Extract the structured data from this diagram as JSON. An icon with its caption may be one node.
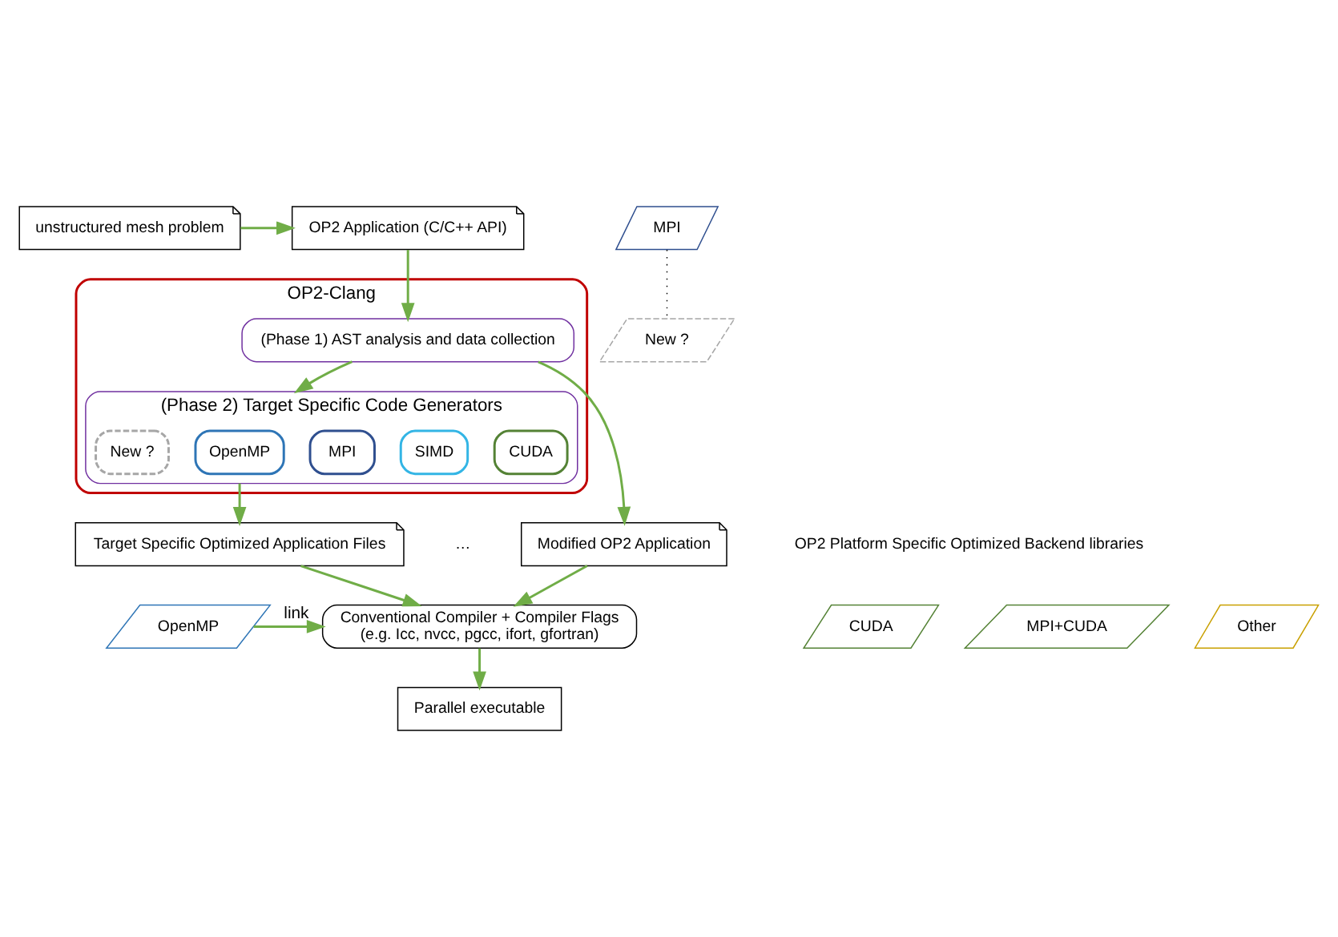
{
  "diagram": {
    "nodes": [
      {
        "text": [
          "unstructured mesh problem"
        ]
      },
      {
        "text": [
          "OP2 Application (C/C++ API)"
        ]
      },
      {
        "text": [
          "OP2-Clang"
        ]
      },
      {
        "text": [
          "(Phase 1) AST analysis and data collection"
        ],
        "in": 2
      },
      {
        "text": [
          "(Phase 2) Target Specific Code Generators"
        ],
        "in": 2
      },
      {
        "text": [
          "OpenMP"
        ],
        "in": 4
      },
      {
        "text": [
          "SIMD"
        ],
        "in": 4
      },
      {
        "text": [
          "MPI"
        ],
        "in": 4
      },
      {
        "text": [
          "CUDA"
        ],
        "in": 4
      },
      {
        "text": [
          "New ?"
        ],
        "in": 4
      },
      {
        "text": [
          "Modified OP2 Application"
        ]
      },
      {
        "text": [
          "Target Specific Optimized Application Files"
        ]
      },
      {
        "text": [
          "CUDA"
        ]
      },
      {
        "text": [
          "MPI+CUDA"
        ]
      },
      {
        "text": [
          "OpenMP"
        ]
      },
      {
        "text": [
          "Other"
        ]
      },
      {
        "text": [
          "MPI"
        ]
      },
      {
        "text": [
          "New ?"
        ]
      },
      {
        "text": [
          "Conventional Compiler + Compiler Flags",
          "(e.g. Icc, nvcc, pgcc, ifort, gfortran)"
        ]
      },
      {
        "text": [
          "Parallel executable"
        ]
      }
    ],
    "edges": [
      {
        "from": 0,
        "to": 1,
        "arrow": "to"
      },
      {
        "from": 1,
        "to": 3,
        "arrow": "to"
      },
      {
        "from": 3,
        "to": 4,
        "arrow": "to"
      },
      {
        "from": 3,
        "to": 10,
        "arrow": "to"
      },
      {
        "from": 4,
        "to": 11,
        "arrow": "to"
      },
      {
        "from": 10,
        "to": 18,
        "arrow": "to"
      },
      {
        "from": 11,
        "to": 18,
        "arrow": "to"
      },
      {
        "from": 14,
        "to": 18,
        "arrow": "to",
        "label": "link"
      },
      {
        "from": 18,
        "to": 19,
        "arrow": "to"
      },
      {
        "from": 16,
        "to": 17,
        "arrow": "none",
        "style": "dashed",
        "color": "#000000"
      }
    ],
    "labels": [
      "…",
      "OP2 Platform Specific Optimized Backend libraries"
    ]
  }
}
